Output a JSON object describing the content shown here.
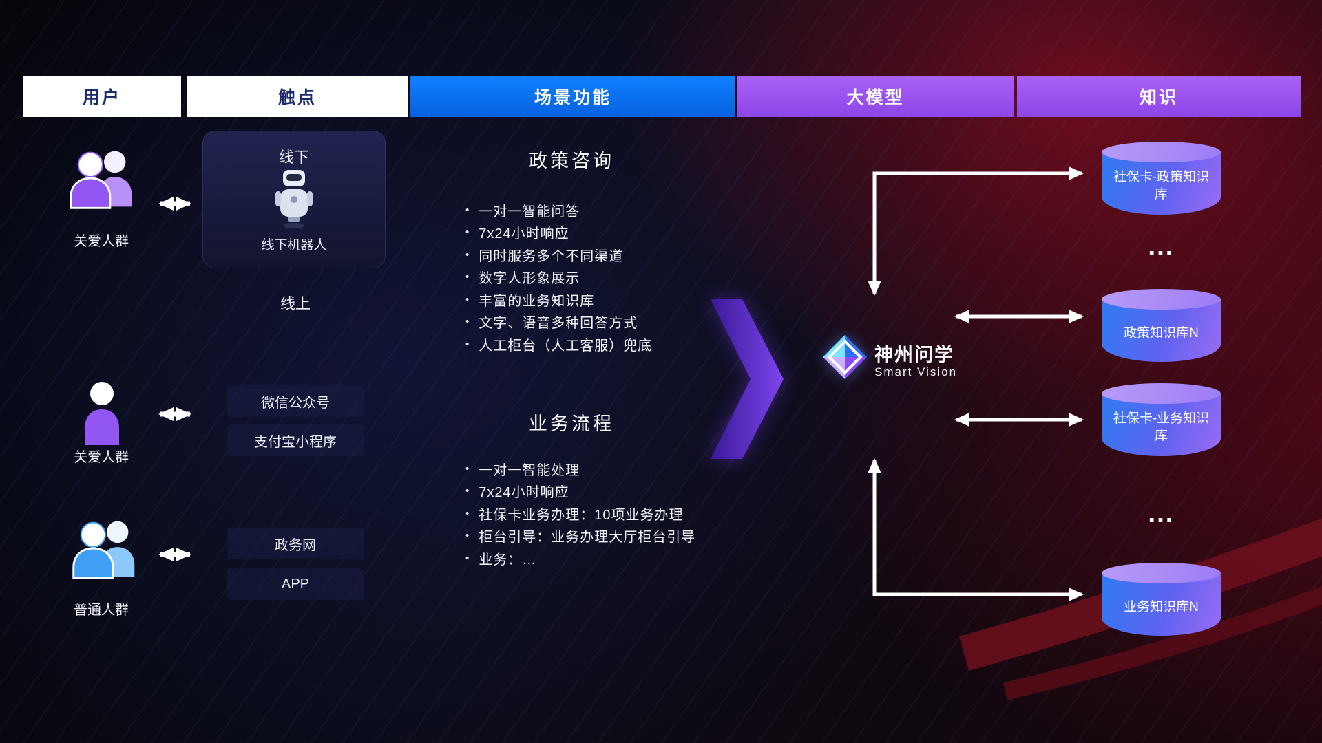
{
  "header": {
    "columns": [
      {
        "label": "用户",
        "style": "white"
      },
      {
        "label": "触点",
        "style": "white"
      },
      {
        "label": "场景功能",
        "style": "blue"
      },
      {
        "label": "大模型",
        "style": "purple"
      },
      {
        "label": "知识",
        "style": "purple"
      }
    ]
  },
  "users": {
    "groups": [
      {
        "label": "关爱人群",
        "icon": "people-group-purple-icon"
      },
      {
        "label": "关爱人群",
        "icon": "person-purple-icon"
      },
      {
        "label": "普通人群",
        "icon": "people-group-blue-icon"
      }
    ]
  },
  "touchpoints": {
    "offline": {
      "title": "线下",
      "robot_label": "线下机器人",
      "robot_icon": "robot-icon"
    },
    "online_title": "线上",
    "channels": [
      {
        "label": "微信公众号"
      },
      {
        "label": "支付宝小程序"
      },
      {
        "label": "政务网"
      },
      {
        "label": "APP"
      }
    ]
  },
  "scenarios": {
    "policy": {
      "title": "政策咨询",
      "items": [
        "一对一智能问答",
        "7x24小时响应",
        "同时服务多个不同渠道",
        "数字人形象展示",
        "丰富的业务知识库",
        "文字、语音多种回答方式",
        "人工柜台（人工客服）兜底"
      ]
    },
    "business": {
      "title": "业务流程",
      "items": [
        "一对一智能处理",
        "7x24小时响应",
        "社保卡业务办理：10项业务办理",
        "柜台引导：业务办理大厅柜台引导",
        "业务：…"
      ]
    }
  },
  "model": {
    "name": "神州问学",
    "subtitle": "Smart Vision",
    "logo_icon": "diamond-logo-icon"
  },
  "knowledge": {
    "databases": [
      {
        "label": "社保卡-政策知识库"
      },
      {
        "label": "政策知识库N"
      },
      {
        "label": "社保卡-业务知识库"
      },
      {
        "label": "业务知识库N"
      }
    ],
    "ellipsis": "…"
  },
  "colors": {
    "header_blue": "#0a6cf0",
    "header_purple": "#9d55f0",
    "header_text_dark": "#1b2a6b",
    "db_gradient_start": "#2e7bf2",
    "db_gradient_end": "#9a6cf5",
    "db_top": "#b79bf8",
    "arrow_white": "#ffffff",
    "flow_arrow_purple": "#7e45ee",
    "user_purple": "#9257f2",
    "user_blue": "#3f9ff2",
    "background_red": "#7a0f1f",
    "background_navy": "#10142e"
  }
}
